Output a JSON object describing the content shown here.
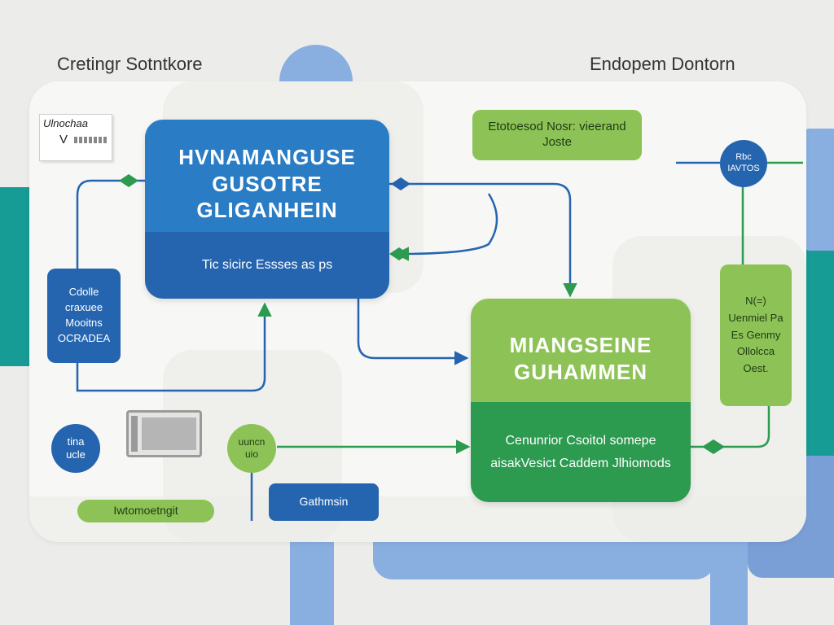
{
  "headings": {
    "left": "Cretingr Sotntkore",
    "right": "Endopem Dontorn"
  },
  "note": {
    "line1": "Ulnochaa",
    "line2": "V"
  },
  "blue_box": {
    "title": "HVNAMANGUSE GUSOTRE GLIGANHEIN",
    "subtitle": "Tic sicirc Essses as ps"
  },
  "green_box": {
    "title": "MIANGSEINE GUHAMMEN",
    "body": "Cenunrior Csoitol somepe aisakVesict Caddem Jlhiomods"
  },
  "top_green_pill": "Etotoesod Nosr: vieerand Joste",
  "left_blue_card": "Cdolle craxuee Mooitns OCRADEA",
  "right_green_card": "N(=) Uenmiel Pa Es Genmy Ollolcca Oest.",
  "top_right_circle": "Rbc IAVTOS",
  "left_circle_blue": "tina ucle",
  "middle_circle_green": "uuncn uio",
  "bottom_green_pill": "Iwtomoetngit",
  "bottom_blue_button": "Gathmsin",
  "colors": {
    "blue_dark": "#2565b0",
    "blue": "#2a7cc4",
    "green_light": "#8dc356",
    "green_dark": "#2c9a4f",
    "teal": "#169c94",
    "periwinkle": "#89aee0",
    "background": "#ececea"
  }
}
